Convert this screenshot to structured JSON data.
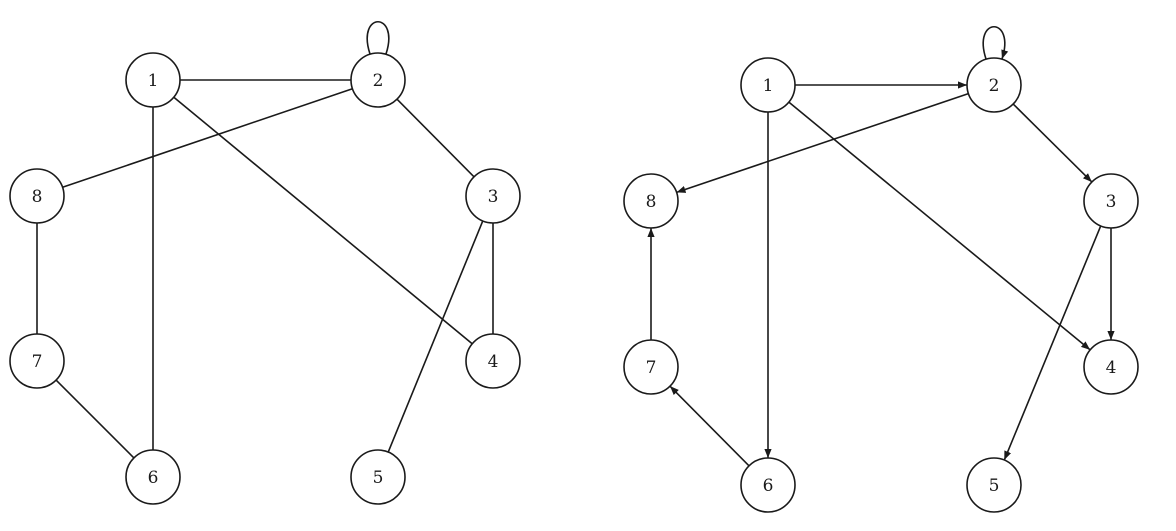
{
  "colors": {
    "stroke": "#1a1a1a",
    "node_fill": "#ffffff",
    "background": "#ffffff"
  },
  "graphs": [
    {
      "directed": false,
      "nodes": [
        {
          "id": "1",
          "label": "1"
        },
        {
          "id": "2",
          "label": "2"
        },
        {
          "id": "3",
          "label": "3"
        },
        {
          "id": "4",
          "label": "4"
        },
        {
          "id": "5",
          "label": "5"
        },
        {
          "id": "6",
          "label": "6"
        },
        {
          "id": "7",
          "label": "7"
        },
        {
          "id": "8",
          "label": "8"
        }
      ],
      "edges": [
        {
          "from": "1",
          "to": "2"
        },
        {
          "from": "1",
          "to": "4"
        },
        {
          "from": "1",
          "to": "6"
        },
        {
          "from": "2",
          "to": "2"
        },
        {
          "from": "2",
          "to": "3"
        },
        {
          "from": "2",
          "to": "8"
        },
        {
          "from": "3",
          "to": "4"
        },
        {
          "from": "3",
          "to": "5"
        },
        {
          "from": "8",
          "to": "7"
        },
        {
          "from": "7",
          "to": "6"
        }
      ]
    },
    {
      "directed": true,
      "nodes": [
        {
          "id": "1",
          "label": "1"
        },
        {
          "id": "2",
          "label": "2"
        },
        {
          "id": "3",
          "label": "3"
        },
        {
          "id": "4",
          "label": "4"
        },
        {
          "id": "5",
          "label": "5"
        },
        {
          "id": "6",
          "label": "6"
        },
        {
          "id": "7",
          "label": "7"
        },
        {
          "id": "8",
          "label": "8"
        }
      ],
      "edges": [
        {
          "from": "1",
          "to": "2"
        },
        {
          "from": "1",
          "to": "4"
        },
        {
          "from": "1",
          "to": "6"
        },
        {
          "from": "2",
          "to": "2"
        },
        {
          "from": "2",
          "to": "3"
        },
        {
          "from": "2",
          "to": "8"
        },
        {
          "from": "3",
          "to": "4"
        },
        {
          "from": "3",
          "to": "5"
        },
        {
          "from": "7",
          "to": "8"
        },
        {
          "from": "6",
          "to": "7"
        }
      ]
    }
  ]
}
